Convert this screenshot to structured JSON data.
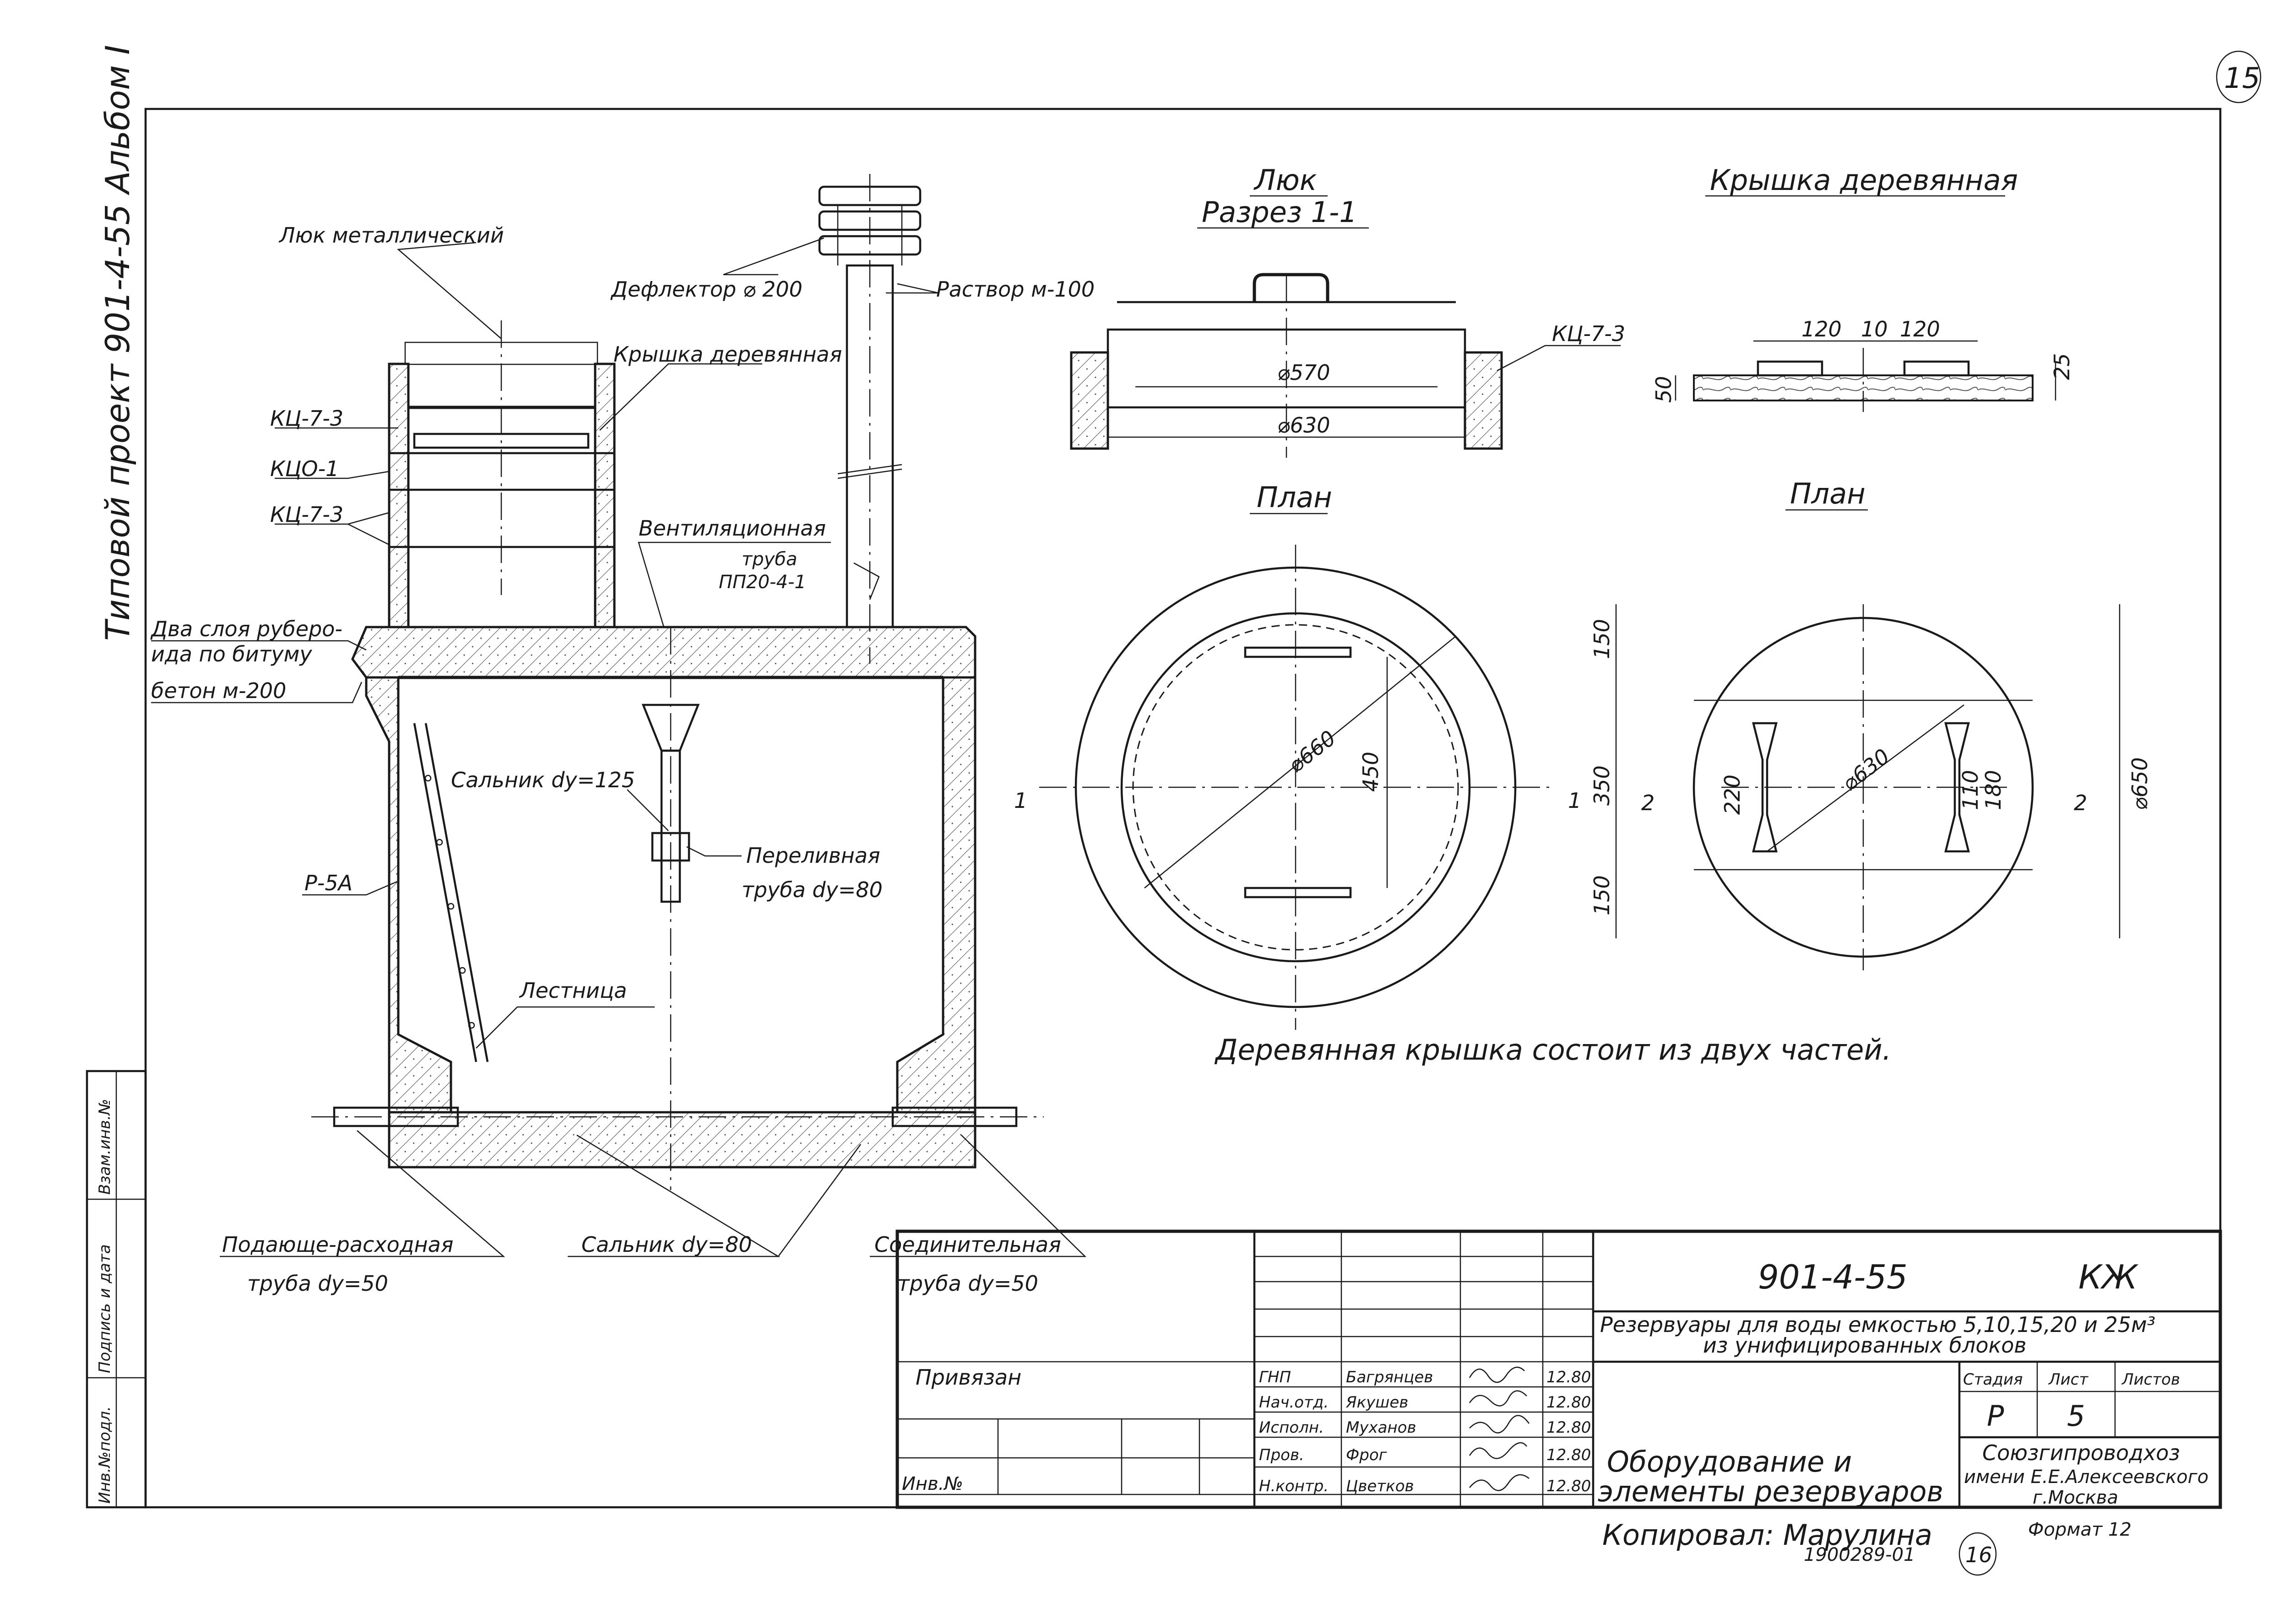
{
  "page_number": "15",
  "page_number_bottom": "16",
  "side_title": "Типовой проект 901-4-55 Альбом I",
  "left_stamp": [
    "Инв.№подл.",
    "Подпись и дата",
    "Взам.инв.№"
  ],
  "section_view": {
    "labels": {
      "hatch_metal": "Люк металлический",
      "deflector": "Дефлектор ⌀ 200",
      "mortar": "Раствор м-100",
      "wooden_cover": "Крышка деревянная",
      "kc73_a": "КЦ-7-3",
      "kco1": "КЦО-1",
      "kc73_b": "КЦ-7-3",
      "vent_pipe_1": "Вентиляционная",
      "vent_pipe_2": "труба",
      "vent_pipe_3": "ПП20-4-1",
      "roofing_1": "Два слоя руберо-",
      "roofing_2": "ида по битуму",
      "concrete": "бетон м-200",
      "gland_125": "Сальник dy=125",
      "overflow_1": "Переливная",
      "overflow_2": "труба dy=80",
      "r5a": "Р-5А",
      "ladder": "Лестница",
      "supply_1": "Подающе-расходная",
      "supply_2": "труба dy=50",
      "gland_80": "Сальник dy=80",
      "connect_1": "Соединительная",
      "connect_2": "труба dy=50"
    }
  },
  "hatch_detail": {
    "title": "Люк",
    "subtitle": "Разрез 1-1",
    "kc73": "КЦ-7-3",
    "d570": "⌀570",
    "d630": "⌀630",
    "plan_title": "План",
    "d660": "⌀660",
    "dim450": "450",
    "sec_left": "1",
    "sec_right": "1"
  },
  "cover_detail": {
    "title": "Крышка деревянная",
    "dim120a": "120",
    "dim10": "10",
    "dim120b": "120",
    "dim50": "50",
    "dim25": "25",
    "plan_title": "План",
    "dim150a": "150",
    "dim350": "350",
    "dim150b": "150",
    "dim220": "220",
    "d630": "⌀630",
    "dim110": "110",
    "dim180": "180",
    "d650": "⌀650",
    "sec_left": "2",
    "sec_right": "2",
    "note": "Деревянная крышка состоит из двух частей."
  },
  "title_block": {
    "project_code": "901-4-55",
    "mark": "КЖ",
    "title_1": "Резервуары для воды емкостью 5,10,15,20 и 25м³",
    "title_2": "из унифицированных блоков",
    "bound": "Привязан",
    "inv_no": "Инв.№",
    "roles": [
      {
        "role": "ГНП",
        "name": "Багрянцев",
        "date": "12.80"
      },
      {
        "role": "Нач.отд.",
        "name": "Якушев",
        "date": "12.80"
      },
      {
        "role": "Исполн.",
        "name": "Муханов",
        "date": "12.80"
      },
      {
        "role": "Пров.",
        "name": "Фрог",
        "date": "12.80"
      },
      {
        "role": "Н.контр.",
        "name": "Цветков",
        "date": "12.80"
      }
    ],
    "stage_label": "Стадия",
    "sheet_label": "Лист",
    "sheets_label": "Листов",
    "stage": "Р",
    "sheet": "5",
    "sheet_name_1": "Оборудование и",
    "sheet_name_2": "элементы резервуаров",
    "org_1": "Союзгипроводхоз",
    "org_2": "имени Е.Е.Алексеевского",
    "org_3": "г.Москва",
    "copied": "Копировал: Марулина",
    "format": "Формат 12",
    "archive_no": "1900289-01"
  }
}
